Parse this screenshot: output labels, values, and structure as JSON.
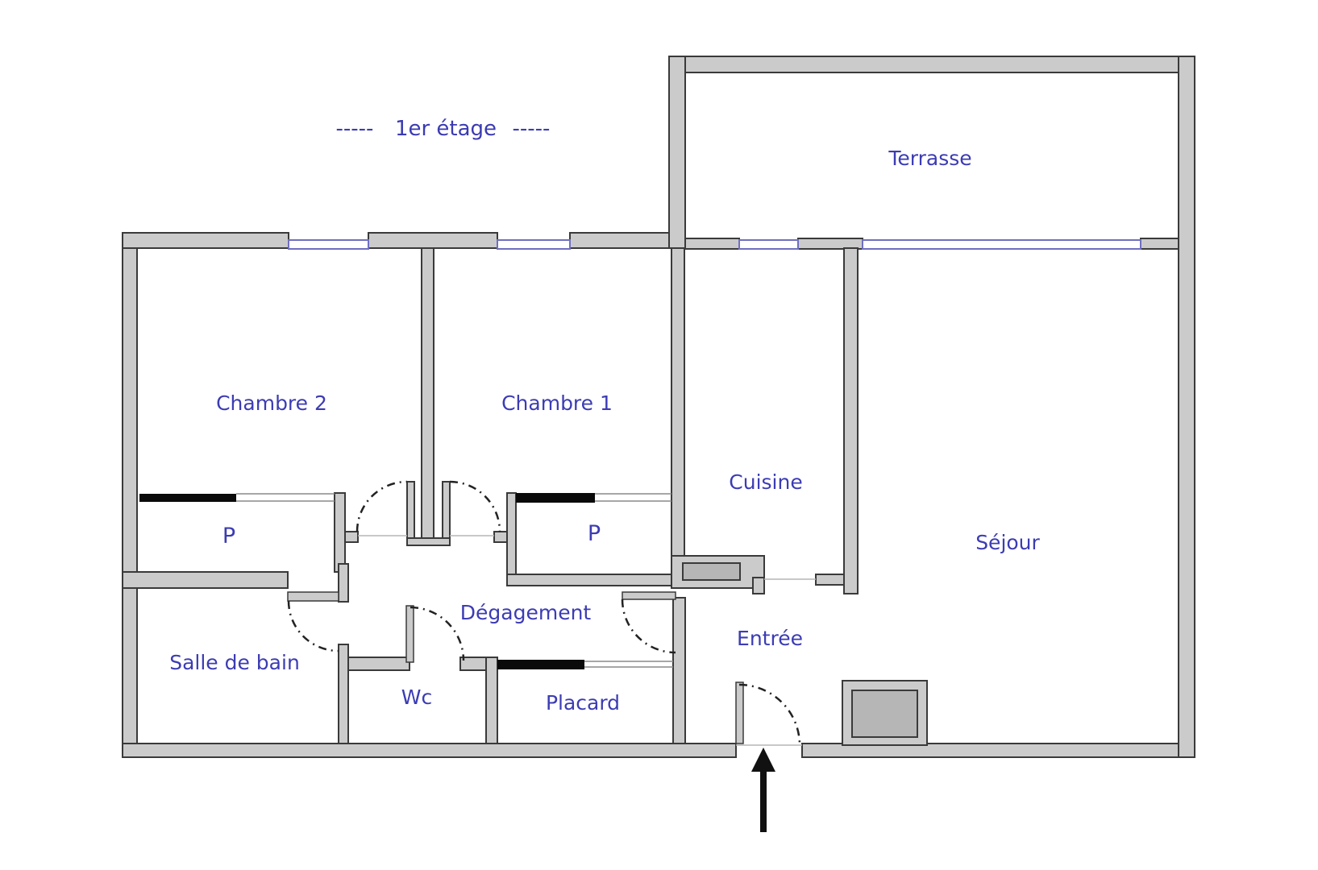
{
  "floor_plan": {
    "title": {
      "dashes_left": "-----",
      "text": "1er étage",
      "dashes_right": "-----"
    },
    "rooms": {
      "terrasse": "Terrasse",
      "chambre2": "Chambre 2",
      "chambre1": "Chambre 1",
      "cuisine": "Cuisine",
      "sejour": "Séjour",
      "placard_chambre2": "P",
      "placard_chambre1": "P",
      "salle_de_bain": "Salle de bain",
      "degagement": "Dégagement",
      "wc": "Wc",
      "placard": "Placard",
      "entree": "Entrée"
    },
    "colors": {
      "wall_fill": "#cbcbcb",
      "wall_stroke": "#3a3a3a",
      "window_blue": "#6f6fc0",
      "label_blue": "#3c3cb4",
      "door_black": "#0a0a0a",
      "background": "#ffffff"
    }
  }
}
